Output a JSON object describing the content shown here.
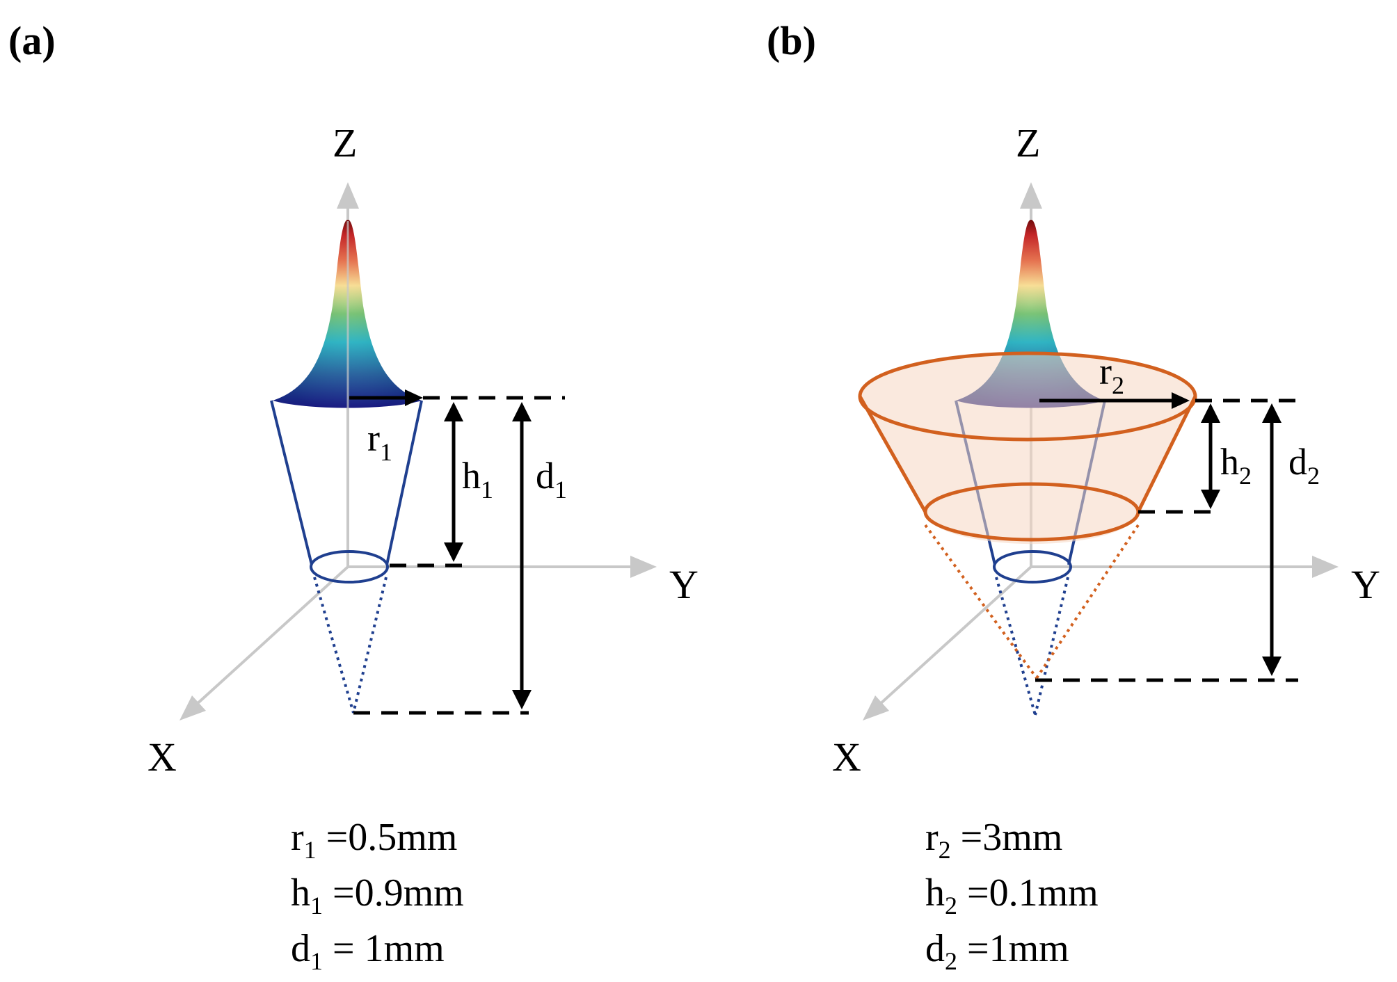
{
  "panels": [
    {
      "id": "a",
      "label": "(a)",
      "axes": {
        "z": "Z",
        "y": "Y",
        "x": "X"
      },
      "dims": {
        "radius": {
          "main": "r",
          "sub": "1"
        },
        "height": {
          "main": "h",
          "sub": "1"
        },
        "depth": {
          "main": "d",
          "sub": "1"
        }
      },
      "params": [
        {
          "main": "r",
          "sub": "1",
          "value": " =0.5mm"
        },
        {
          "main": "h",
          "sub": "1",
          "value": " =0.9mm"
        },
        {
          "main": "d",
          "sub": "1",
          "value": " = 1mm"
        }
      ]
    },
    {
      "id": "b",
      "label": "(b)",
      "axes": {
        "z": "Z",
        "y": "Y",
        "x": "X"
      },
      "dims": {
        "radius": {
          "main": "r",
          "sub": "2"
        },
        "height": {
          "main": "h",
          "sub": "2"
        },
        "depth": {
          "main": "d",
          "sub": "2"
        }
      },
      "params": [
        {
          "main": "r",
          "sub": "2",
          "value": " =3mm"
        },
        {
          "main": "h",
          "sub": "2",
          "value": " =0.1mm"
        },
        {
          "main": "d",
          "sub": "2",
          "value": " =1mm"
        }
      ]
    }
  ],
  "colors": {
    "axis": "#c8c8c8",
    "inner_cone": "#1f3f8f",
    "outer_cone": "#d2601e",
    "outer_fill": "#f6d7c3",
    "dimension": "#000000",
    "gaussian": [
      "#7b0000",
      "#d7191c",
      "#f46d43",
      "#fee08b",
      "#66bd63",
      "#1ab7c9",
      "#2166ac",
      "#1c1c9a"
    ]
  },
  "icons": {
    "arrow": "arrow-head-icon",
    "surface": "gaussian-surface-icon"
  }
}
